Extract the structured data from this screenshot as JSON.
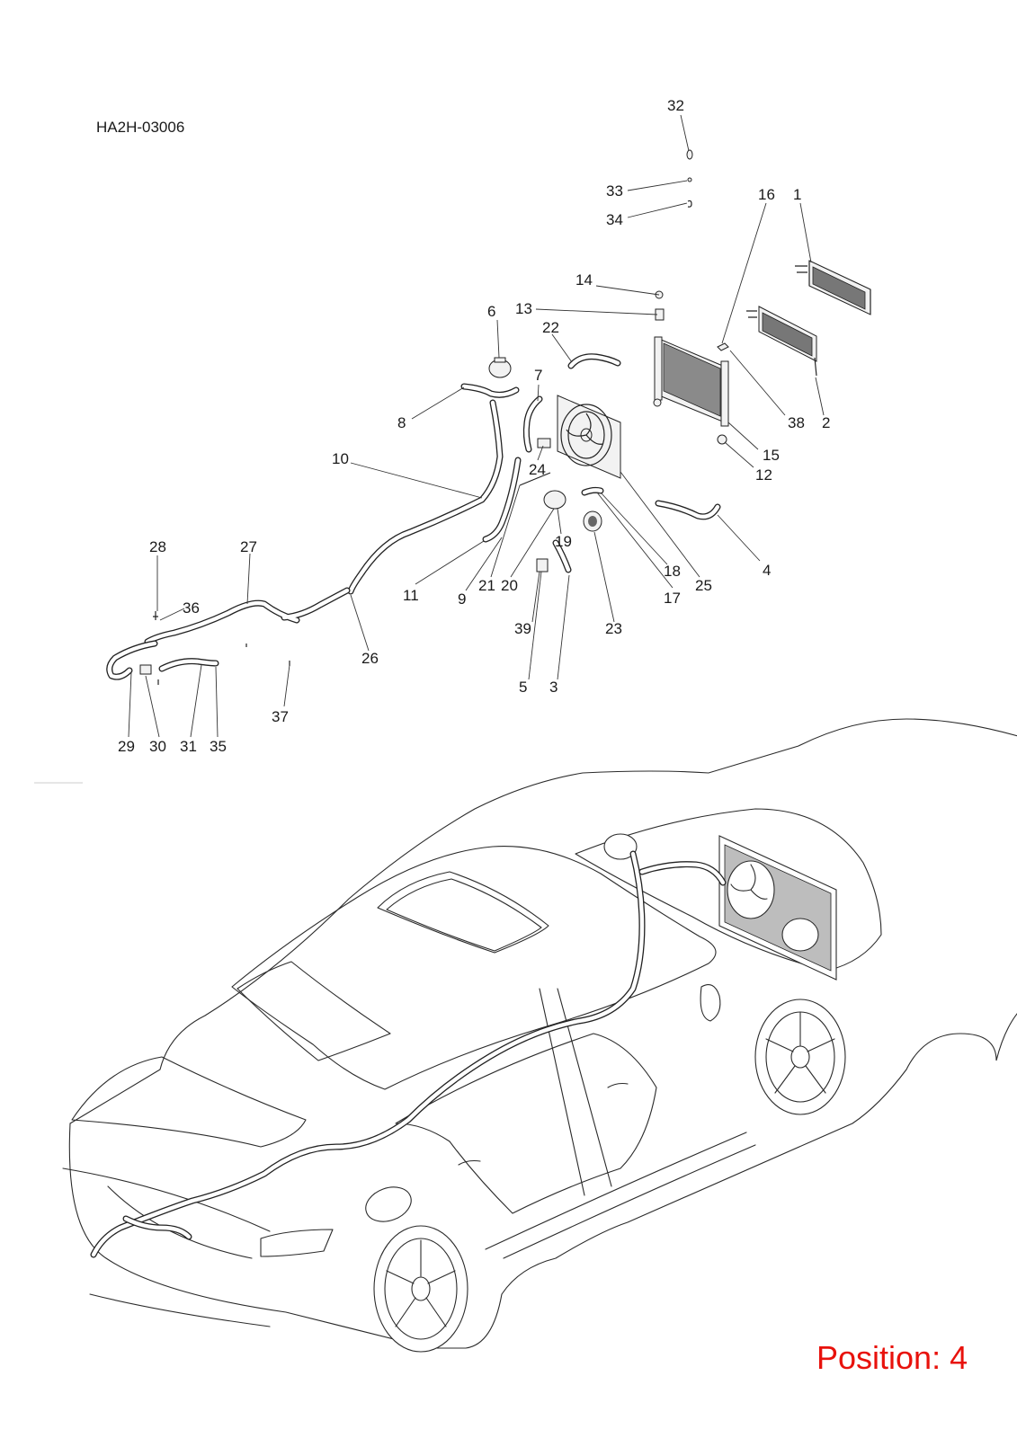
{
  "diagram_code": "HA2H-03006",
  "position_label": "Position: 4",
  "callouts": [
    "32",
    "33",
    "34",
    "16",
    "1",
    "14",
    "13",
    "6",
    "22",
    "7",
    "8",
    "38",
    "2",
    "15",
    "12",
    "10",
    "24",
    "19",
    "4",
    "28",
    "27",
    "36",
    "18",
    "25",
    "11",
    "9",
    "21",
    "20",
    "17",
    "39",
    "23",
    "26",
    "5",
    "3",
    "37",
    "29",
    "30",
    "31",
    "35"
  ]
}
